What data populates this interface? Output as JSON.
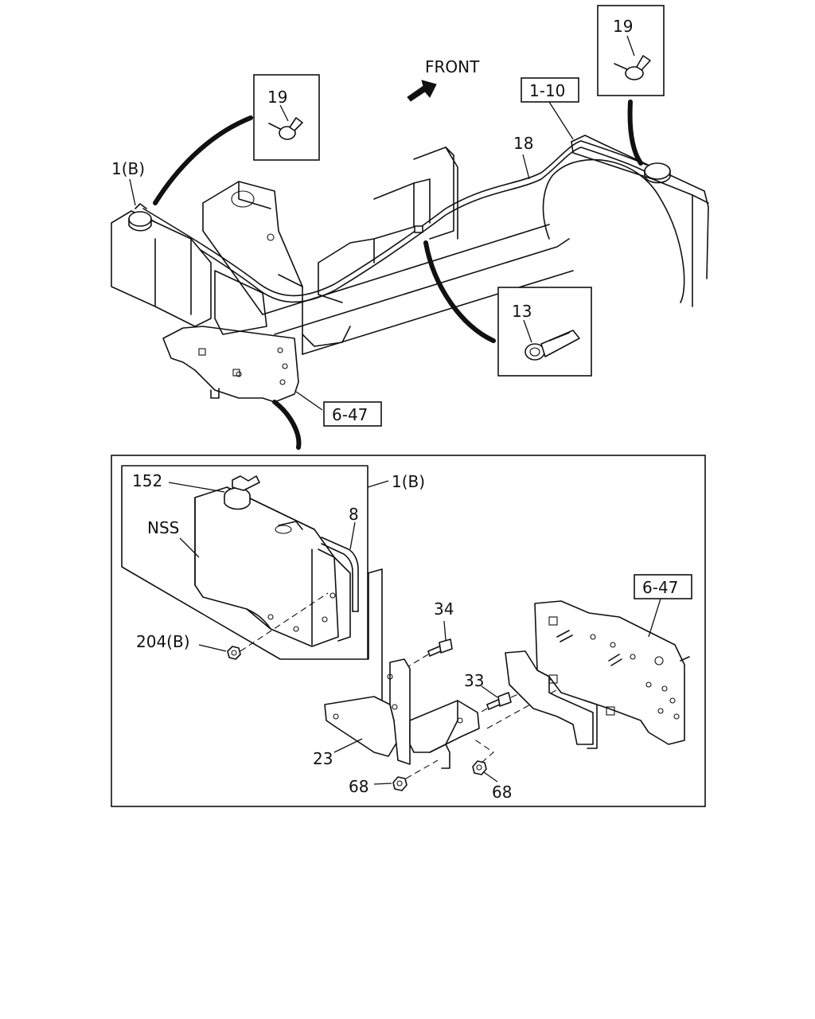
{
  "direction_label": "FRONT",
  "ref_boxes": {
    "ref_1_10": "1-10",
    "ref_6_47_top": "6-47",
    "ref_6_47_detail": "6-47"
  },
  "callouts": {
    "clamp_left": "19",
    "clamp_right": "19",
    "clip": "13"
  },
  "part_labels": {
    "tank_top": "1(B)",
    "hose": "18",
    "cap": "152",
    "nss": "NSS",
    "tank_detail": "1(B)",
    "tube": "8",
    "nut_204": "204(B)",
    "bolt_34": "34",
    "bolt_33": "33",
    "bracket": "23",
    "nut_68_left": "68",
    "nut_68_right": "68"
  }
}
